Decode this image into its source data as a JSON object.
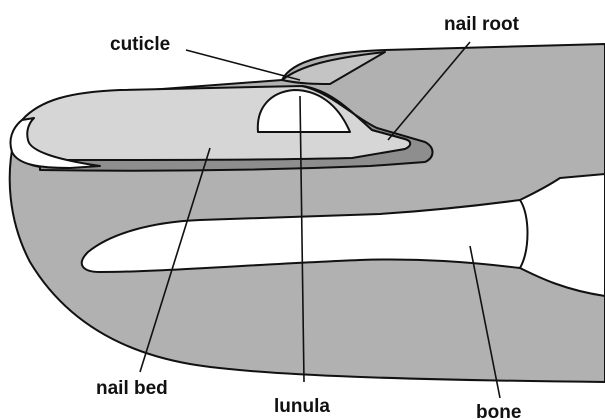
{
  "labels": {
    "cuticle": "cuticle",
    "nail_root": "nail root",
    "nail_bed": "nail bed",
    "lunula": "lunula",
    "bone": "bone"
  },
  "colors": {
    "finger_tissue": "#b1b1b1",
    "nail_plate": "#d6d6d6",
    "nail_root": "#8e8e8e",
    "bone": "#ffffff",
    "lunula": "#ffffff",
    "outline": "#111111",
    "background": "#ffffff"
  }
}
